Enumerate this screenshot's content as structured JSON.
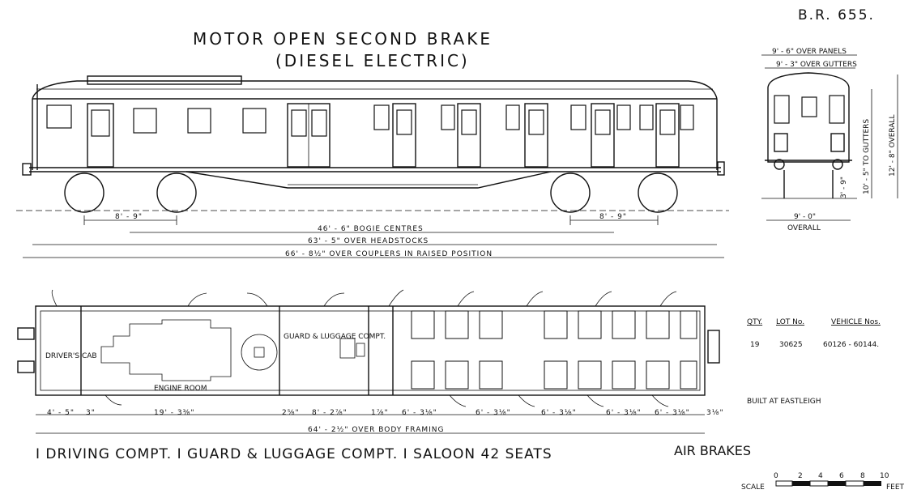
{
  "drawing_number": "B.R. 655.",
  "title": {
    "line1": "MOTOR OPEN SECOND BRAKE",
    "line2": "(DIESEL ELECTRIC)"
  },
  "side_dimensions": {
    "bogie_wheelbase_left": "8' - 9\"",
    "bogie_wheelbase_right": "8' - 9\"",
    "bogie_centres": "46' - 6\" BOGIE CENTRES",
    "over_headstocks": "63' - 5\" OVER HEADSTOCKS",
    "over_couplers": "66' - 8½\" OVER COUPLERS IN RAISED POSITION"
  },
  "end_dimensions": {
    "over_panels": "9' - 6\" OVER PANELS",
    "over_gutters": "9' - 3\" OVER GUTTERS",
    "to_gutters": "10' - 5\" TO GUTTERS",
    "height_overall": "12' - 8\" OVERALL",
    "step_height": "3' - 9\"",
    "width_overall": "9' - 0\"",
    "width_overall_label": "OVERALL"
  },
  "plan": {
    "rooms": {
      "drivers_cab": "DRIVER'S CAB",
      "engine_room": "ENGINE ROOM",
      "guard_luggage": "GUARD & LUGGAGE COMPT."
    },
    "dims": [
      "4' - 5\"",
      "3\"",
      "19' - 3⅜\"",
      "2⅝\"",
      "8' - 2⅞\"",
      "1⅞\"",
      "6' - 3⅛\"",
      "6' - 3⅛\"",
      "6' - 3⅛\"",
      "6' - 3⅛\"",
      "6' - 3⅛\"",
      "3⅛\""
    ],
    "body_framing": "64' - 2½\" OVER BODY FRAMING"
  },
  "lot_table": {
    "headers": [
      "QTY.",
      "LOT No.",
      "VEHICLE Nos."
    ],
    "row": [
      "19",
      "30625",
      "60126 - 60144."
    ]
  },
  "built_at": "BUILT AT EASTLEIGH",
  "summary": "I DRIVING COMPT. I GUARD & LUGGAGE COMPT. I SALOON 42 SEATS",
  "brakes": "AIR BRAKES",
  "scale": {
    "label": "SCALE",
    "ticks": [
      "0",
      "2",
      "4",
      "6",
      "8",
      "10"
    ],
    "unit": "FEET"
  }
}
